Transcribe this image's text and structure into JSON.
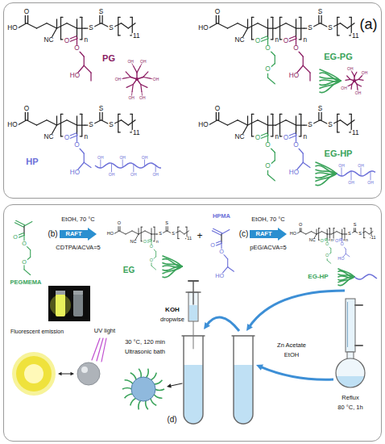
{
  "diagram": {
    "nodes": [
      {
        "text": [
          "(a)"
        ]
      },
      {
        "text": [
          "(b)",
          "(c)",
          "(d)"
        ]
      },
      {
        "text": [
          "RAFT"
        ],
        "in": 1
      },
      {
        "text": [
          "RAFT"
        ],
        "in": 1
      }
    ],
    "labels": [
      "HO",
      "O",
      "NC",
      "O",
      "O",
      "HO",
      "n",
      "S",
      "S",
      "S",
      "11",
      "PG",
      "OH",
      "OH",
      "OH",
      "OH",
      "OH",
      "OH",
      "HO",
      "O",
      "NC",
      "O",
      "O",
      "O",
      "n",
      "O",
      "O",
      "HO",
      "n",
      "S",
      "S",
      "S",
      "11",
      "EG-PG",
      "OH",
      "OH",
      "OH",
      "OH",
      "HO",
      "O",
      "NC",
      "O",
      "O",
      "HO",
      "n",
      "S",
      "S",
      "S",
      "11",
      "HP",
      "OH",
      "OH",
      "OH",
      "OH",
      "OH",
      "OH",
      "HO",
      "O",
      "NC",
      "O",
      "O",
      "O",
      "n",
      "O",
      "O",
      "HO",
      "n",
      "S",
      "S",
      "S",
      "11",
      "EG-HP",
      "OH",
      "OH",
      "OH",
      "OH",
      "O",
      "O",
      "O",
      "PEGMEMA",
      "EtOH, 70 °C",
      "CDTPA/ACVA=5",
      "HO",
      "O",
      "NC",
      "O",
      "O",
      "O",
      "n",
      "S",
      "S",
      "S",
      "11",
      "EG",
      "+",
      "HPMA",
      "O",
      "O",
      "HO",
      "EtOH, 70 °C",
      "pEG/ACVA=5",
      "HO",
      "O",
      "NC",
      "O",
      "O",
      "O",
      "n",
      "O",
      "O",
      "HO",
      "n",
      "S",
      "S",
      "S",
      "11",
      "EG-HP",
      "Fluorescent emission",
      "UV light",
      "30 °C, 120 min",
      "Ultrasonic bath",
      "KOH",
      "dropwise",
      "Zn Acetate",
      "EtOH",
      "Reflux",
      "80 °C, 1h"
    ]
  }
}
